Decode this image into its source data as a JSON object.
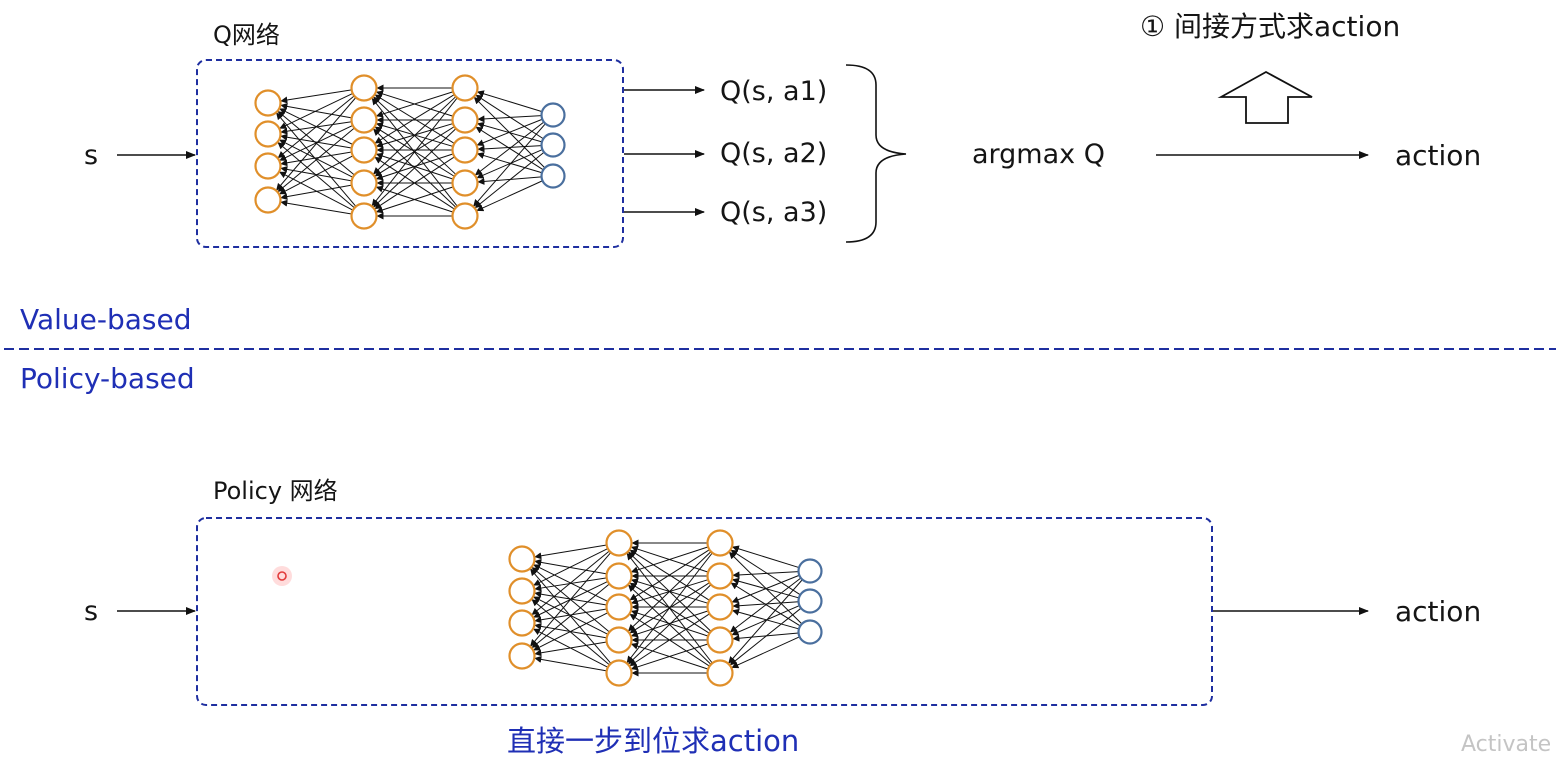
{
  "value_section": {
    "label": "Value-based",
    "network_title": "Q网络",
    "input": "s",
    "outputs": [
      "Q(s, a1)",
      "Q(s, a2)",
      "Q(s, a3)"
    ],
    "argmax": "argmax Q",
    "action": "action",
    "note": "① 间接方式求action"
  },
  "policy_section": {
    "label": "Policy-based",
    "network_title": "Policy 网络",
    "input": "s",
    "action": "action",
    "note": "直接一步到位求action"
  },
  "watermark": "Activate",
  "colors": {
    "dashed_border": "#1f2fa0",
    "section_label": "#1f2fb5",
    "neuron_orange": "#e08f2a",
    "neuron_blue": "#4a6f9e",
    "edge": "#111111"
  }
}
